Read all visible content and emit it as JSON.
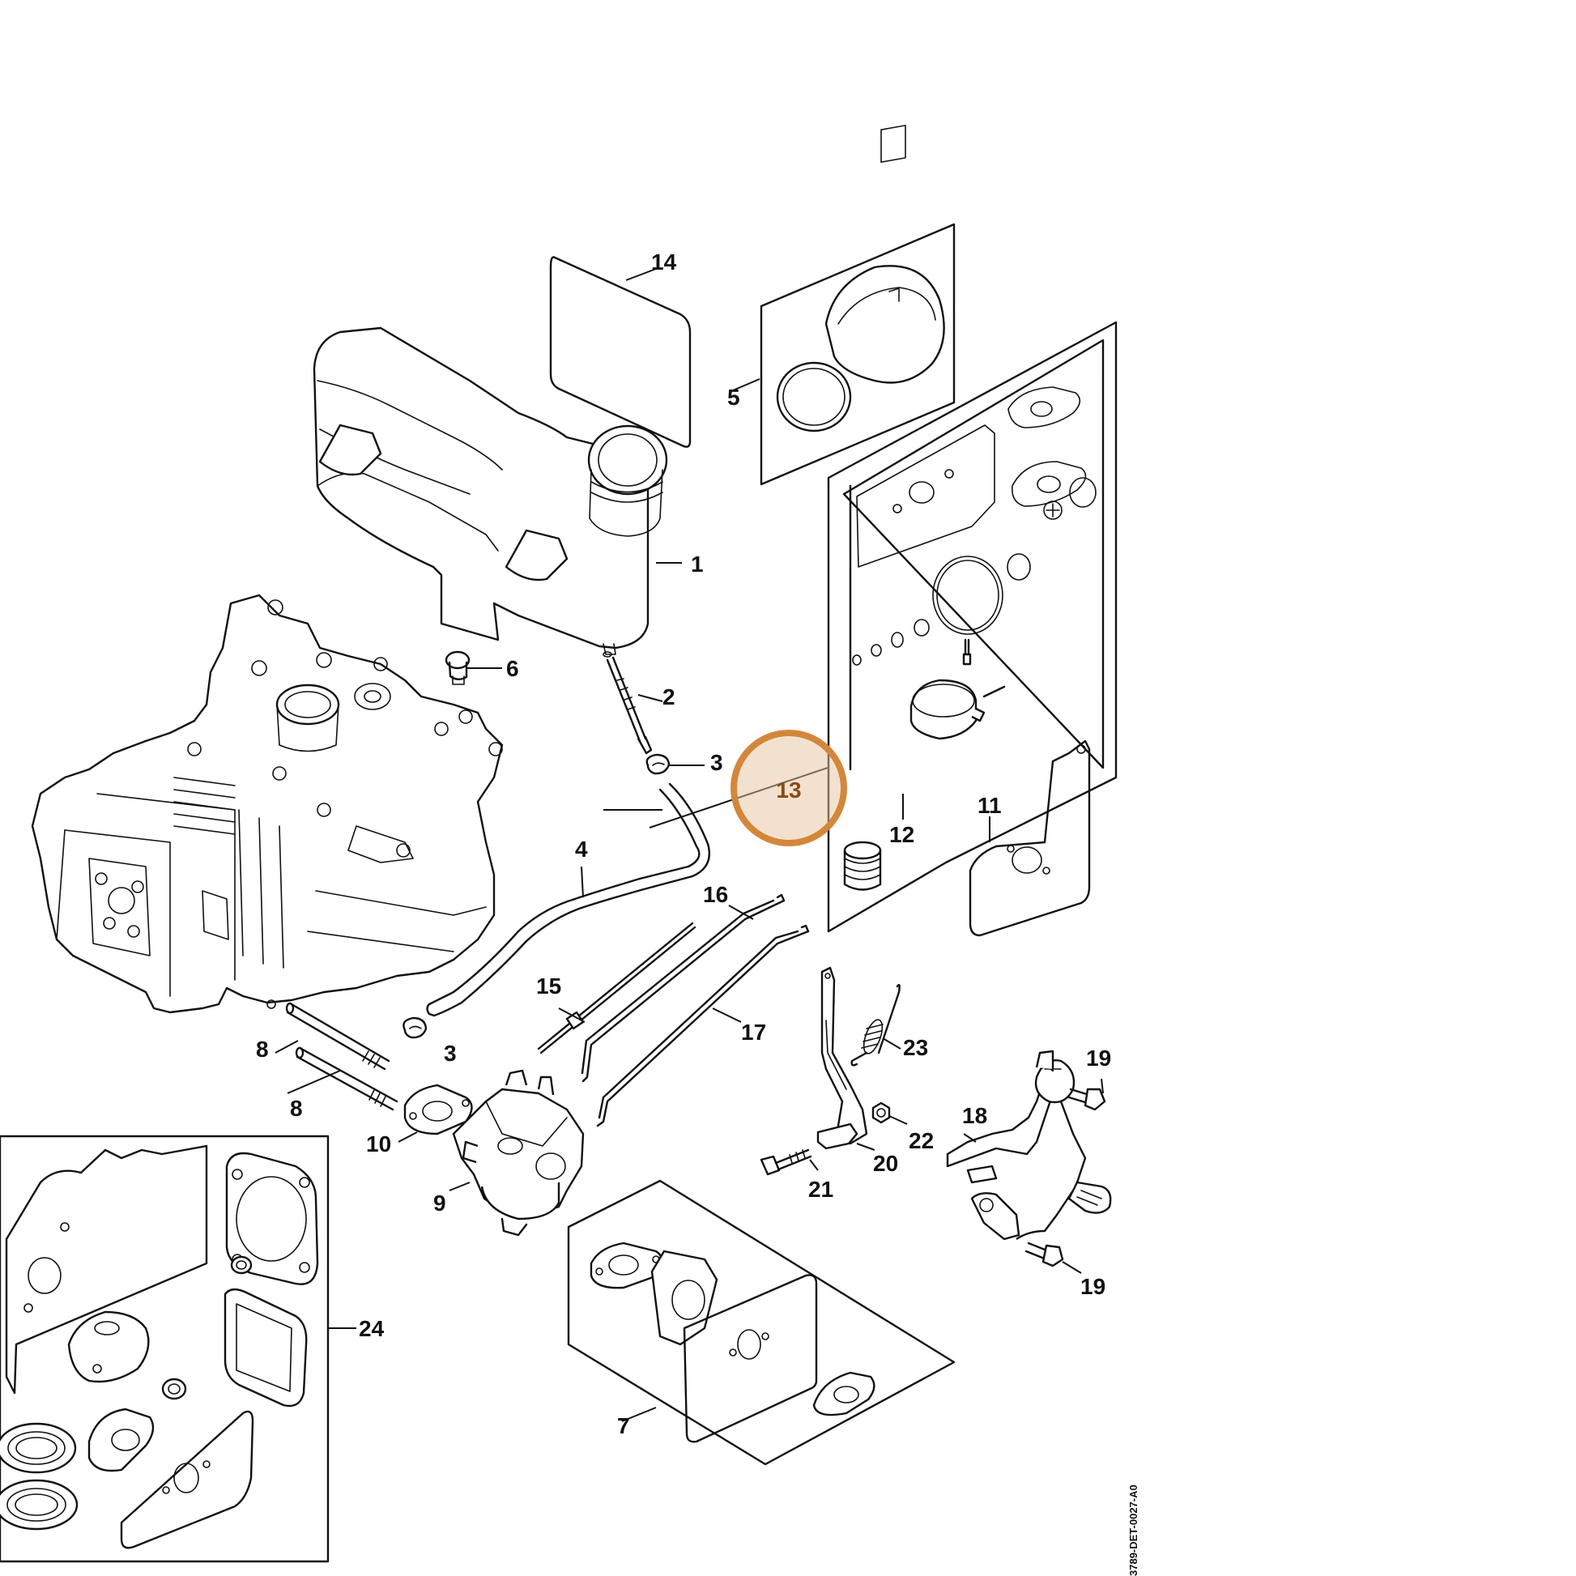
{
  "diagram": {
    "callouts": [
      "1",
      "2",
      "3",
      "3",
      "4",
      "5",
      "6",
      "7",
      "8",
      "8",
      "9",
      "10",
      "11",
      "12",
      "14",
      "15",
      "16",
      "17",
      "18",
      "19",
      "19",
      "20",
      "21",
      "22",
      "23",
      "24"
    ],
    "highlight": {
      "label": "13",
      "fill_color": "#E8C4A0",
      "ring_color": "#D4873A",
      "text_color": "#8B4A12"
    },
    "doc_id": "3789-DET-0027-A0"
  }
}
